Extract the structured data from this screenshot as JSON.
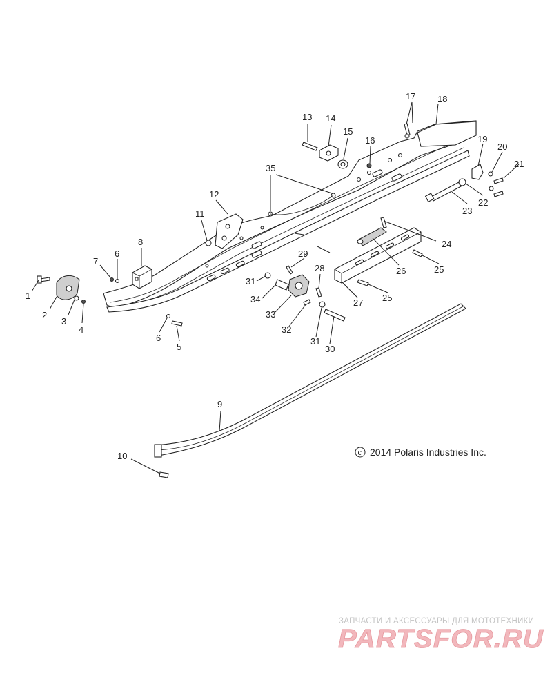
{
  "callouts": [
    "1",
    "2",
    "3",
    "4",
    "5",
    "6",
    "6",
    "7",
    "8",
    "9",
    "10",
    "11",
    "12",
    "13",
    "14",
    "15",
    "16",
    "17",
    "18",
    "19",
    "20",
    "21",
    "22",
    "23",
    "24",
    "25",
    "25",
    "26",
    "27",
    "28",
    "29",
    "30",
    "31",
    "31",
    "32",
    "33",
    "34",
    "35"
  ],
  "copyright": {
    "symbol": "c",
    "text": "2014 Polaris Industries Inc."
  },
  "watermark": {
    "tagline": "ЗАПЧАСТИ И АКСЕССУАРЫ ДЛЯ МОТОТЕХНИКИ",
    "brand": "PARTSFOR.RU",
    "color": "#f2b7bc"
  }
}
